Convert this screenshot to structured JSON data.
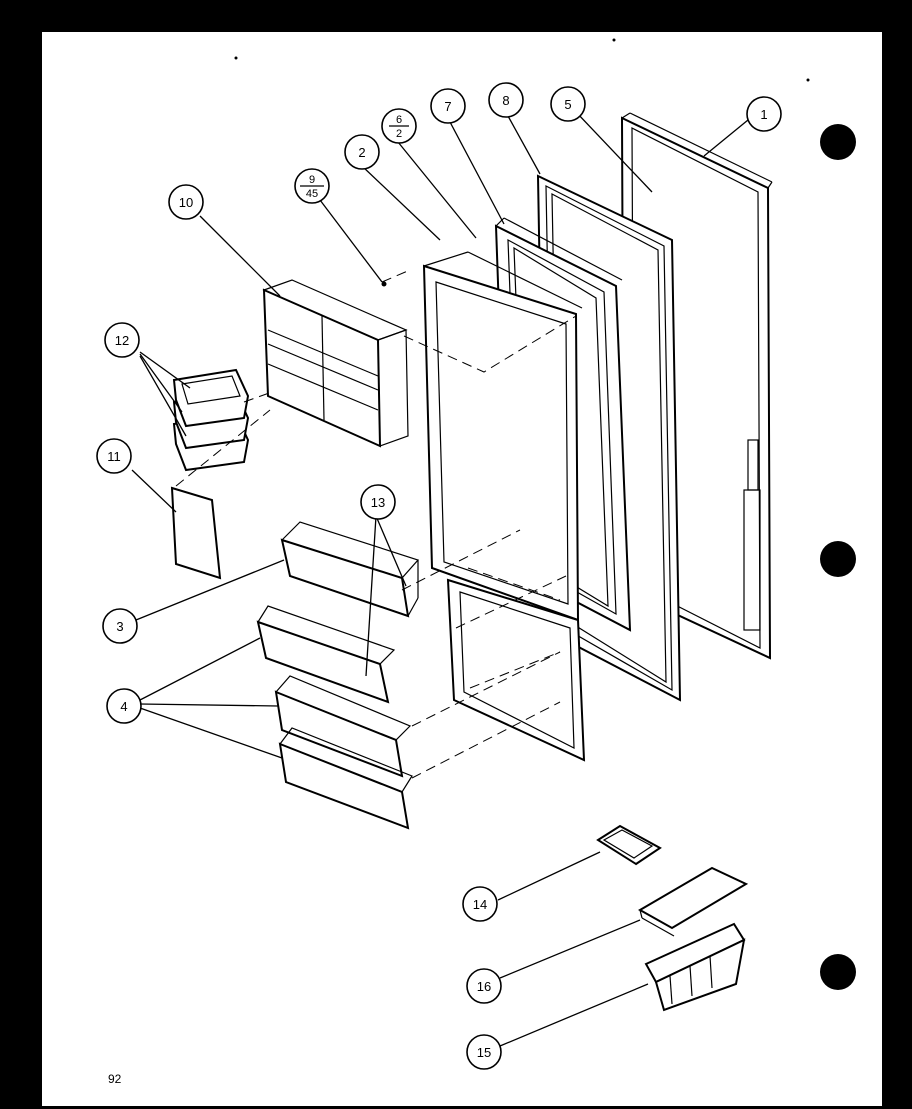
{
  "diagram": {
    "page_number": "92",
    "callouts": {
      "c1": "1",
      "c2": "2",
      "c3": "3",
      "c4": "4",
      "c5": "5",
      "c6_top": "6",
      "c6_bottom": "2",
      "c7": "7",
      "c8": "8",
      "c9_top": "9",
      "c9_bottom": "45",
      "c10": "10",
      "c11": "11",
      "c12": "12",
      "c13": "13",
      "c14": "14",
      "c16": "16",
      "c15": "15"
    }
  },
  "colors": {
    "paper": "#ffffff",
    "ink": "#000000",
    "border": "#000000"
  }
}
